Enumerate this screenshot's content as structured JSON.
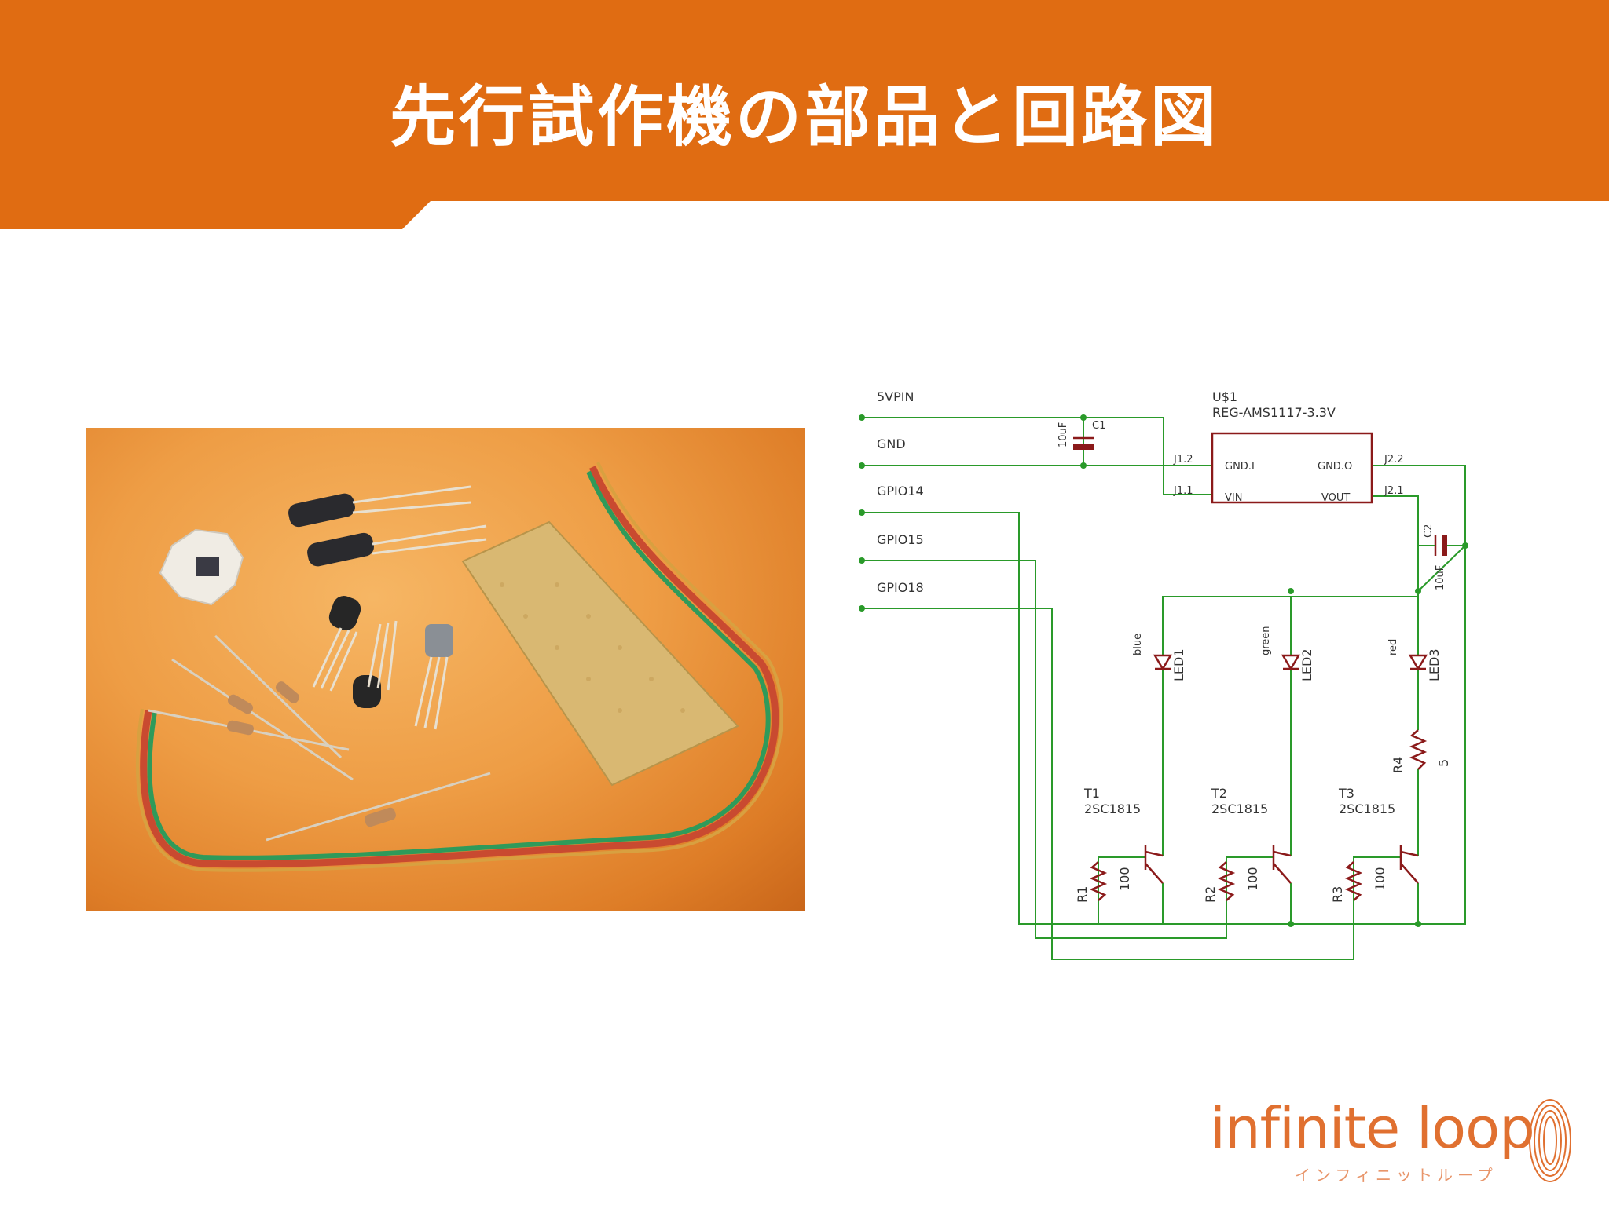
{
  "slide": {
    "title": "先行試作機の部品と回路図",
    "header_color": "#e06c12"
  },
  "schematic": {
    "pins": [
      "5VPIN",
      "GND",
      "GPIO14",
      "GPIO15",
      "GPIO18"
    ],
    "regulator": {
      "name": "U$1",
      "part": "REG-AMS1117-3.3V",
      "gnd_in": "GND.I",
      "gnd_out": "GND.O",
      "vin": "VIN",
      "vout": "VOUT",
      "j12": "J1.2",
      "j11": "J1.1",
      "j22": "J2.2",
      "j21": "J2.1"
    },
    "c1": {
      "name": "C1",
      "value": "10uF"
    },
    "c2": {
      "name": "C2",
      "value": "10uF"
    },
    "leds": [
      {
        "name": "LED1",
        "color": "blue"
      },
      {
        "name": "LED2",
        "color": "green"
      },
      {
        "name": "LED3",
        "color": "red"
      }
    ],
    "r4": {
      "name": "R4",
      "value": "5"
    },
    "transistors": [
      {
        "name": "T1",
        "part": "2SC1815"
      },
      {
        "name": "T2",
        "part": "2SC1815"
      },
      {
        "name": "T3",
        "part": "2SC1815"
      }
    ],
    "base_resistors": [
      {
        "name": "R1",
        "value": "100"
      },
      {
        "name": "R2",
        "value": "100"
      },
      {
        "name": "R3",
        "value": "100"
      }
    ]
  },
  "logo": {
    "word": "infinite loop",
    "subtitle": "インフィニットループ"
  }
}
